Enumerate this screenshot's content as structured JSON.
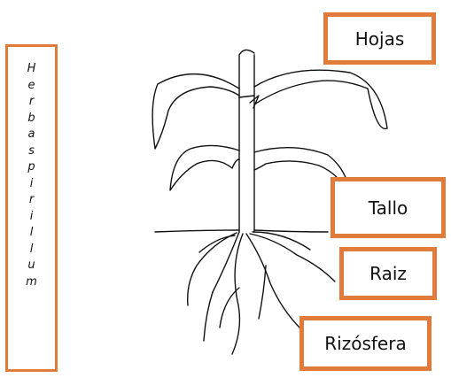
{
  "genus_letters": [
    "H",
    "e",
    "r",
    "b",
    "a",
    "s",
    "p",
    "i",
    "r",
    "i",
    "l",
    "l",
    "u",
    "m"
  ],
  "labels": {
    "hojas": "Hojas",
    "tallo": "Tallo",
    "raiz": "Raiz",
    "rizosfera": "Rizósfera"
  },
  "colors": {
    "box_border": "#e07b39",
    "line": "#111111"
  }
}
